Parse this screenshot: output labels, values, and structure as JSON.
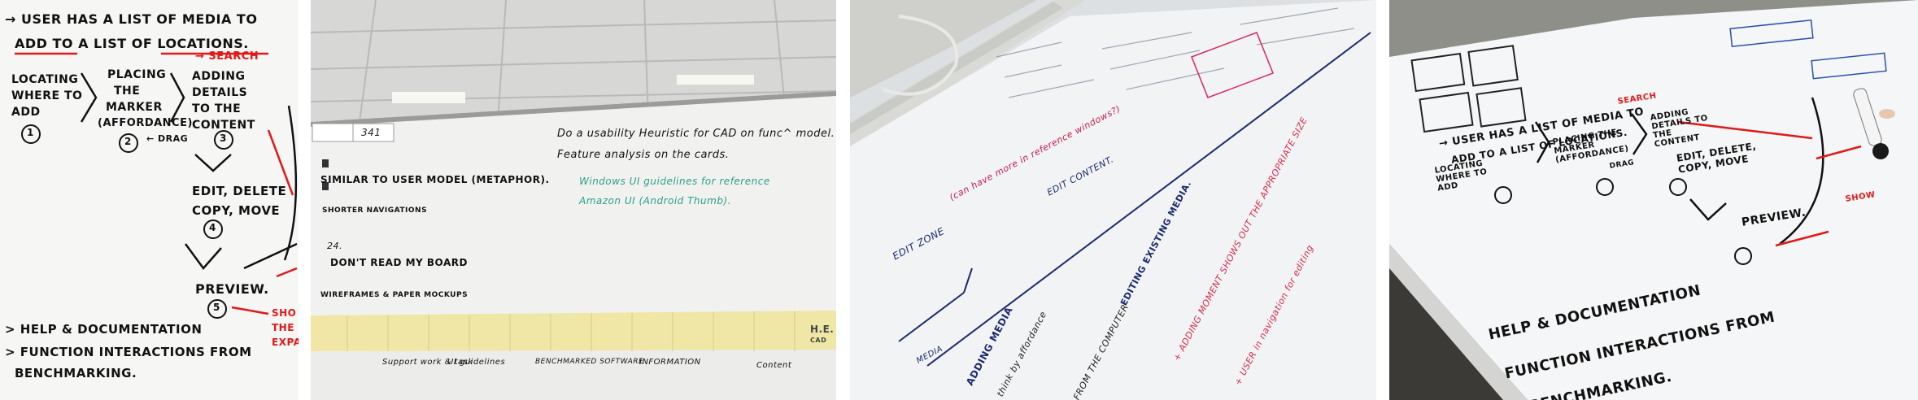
{
  "panel1": {
    "line1": "→ USER HAS A LIST OF MEDIA TO",
    "line2": "ADD TO A LIST OF LOCATIONS.",
    "search": "→ SEARCH",
    "step1_a": "LOCATING",
    "step1_b": "WHERE TO",
    "step1_c": "ADD",
    "step1_num": "1",
    "step2_a": "PLACING",
    "step2_b": "THE",
    "step2_c": "MARKER",
    "step2_d": "(AFFORDANCE)",
    "step2_num": "2",
    "step3_a": "ADDING",
    "step3_b": "DETAILS",
    "step3_c": "TO THE",
    "step3_d": "CONTENT",
    "step3_num": "3",
    "drag": "← DRAG",
    "step4_a": "EDIT, DELETE",
    "step4_b": "COPY, MOVE",
    "step4_num": "4",
    "preview": "PREVIEW.",
    "step5_num": "5",
    "sho": "SHO",
    "the": "THE",
    "expa": "EXPA",
    "help": "> HELP & DOCUMENTATION",
    "func1": "> FUNCTION INTERACTIONS FROM",
    "func2": "BENCHMARKING."
  },
  "panel2": {
    "room_no": "341",
    "line1": "Do a usability Heuristic for CAD on func^ model.",
    "line2": "Feature analysis on the cards.",
    "similar": "SIMILAR TO USER MODEL (METAPHOR).",
    "shorter": "SHORTER NAVIGATIONS",
    "green1": "Windows UI guidelines for reference",
    "green2": "Amazon UI (Android Thumb).",
    "num24": "24.",
    "dont": "DON'T READ MY BOARD",
    "wire": "WIREFRAMES & PAPER MOCKUPS",
    "he": "H.E.",
    "cad": "CAD",
    "labels": [
      "Support work & task",
      "UI guidelines",
      "BENCHMARKED SOFTWARE",
      "INFORMATION",
      "Content"
    ]
  },
  "panel3": {
    "edit_zone": "EDIT ZONE",
    "edit_content": "EDIT CONTENT.",
    "adding_media": "ADDING MEDIA",
    "editing_exist": "EDITING EXISTING MEDIA.",
    "think": "think by affordance",
    "red1": "+ ADDING MOMENT SHOWS OUT THE APPROPRIATE SIZE",
    "red2": "+ USER in navigation for editing",
    "red3": "(can have more in reference windows?)",
    "from": "FROM THE COMPUTER",
    "media": "MEDIA"
  },
  "panel4": {
    "line1": "→ USER HAS A LIST OF MEDIA TO",
    "line2": "ADD TO A LIST OF LOCATIONS.",
    "search": "SEARCH",
    "step1": "LOCATING WHERE TO ADD",
    "step2": "PLACING THE MARKER (AFFORDANCE)",
    "step3": "ADDING DETAILS TO THE CONTENT",
    "drag": "DRAG",
    "step4": "EDIT, DELETE, COPY, MOVE",
    "preview": "PREVIEW.",
    "show1": "SHOW",
    "help": "HELP & DOCUMENTATION",
    "func1": "FUNCTION INTERACTIONS FROM",
    "func2": "BENCHMARKING."
  }
}
